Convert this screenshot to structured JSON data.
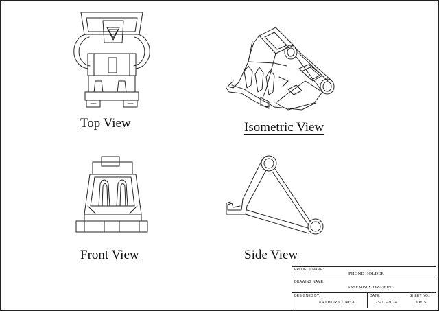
{
  "views": {
    "top": "Top View",
    "isometric": "Isometric View",
    "front": "Front View",
    "side": "Side View"
  },
  "title_block": {
    "project_name_caption": "PROJECT NAME:",
    "project_name": "PHONE HOLDER",
    "drawing_name_caption": "DRAWING NAME:",
    "drawing_name": "ASSEMBLY DRAWING",
    "designed_by_caption": "DESIGNED BY:",
    "designed_by": "ARTHUR CUNHA",
    "date_caption": "DATE:",
    "date": "25-11-2024",
    "sheet_caption": "SHEET NO.:",
    "sheet": "1 OF 5"
  }
}
